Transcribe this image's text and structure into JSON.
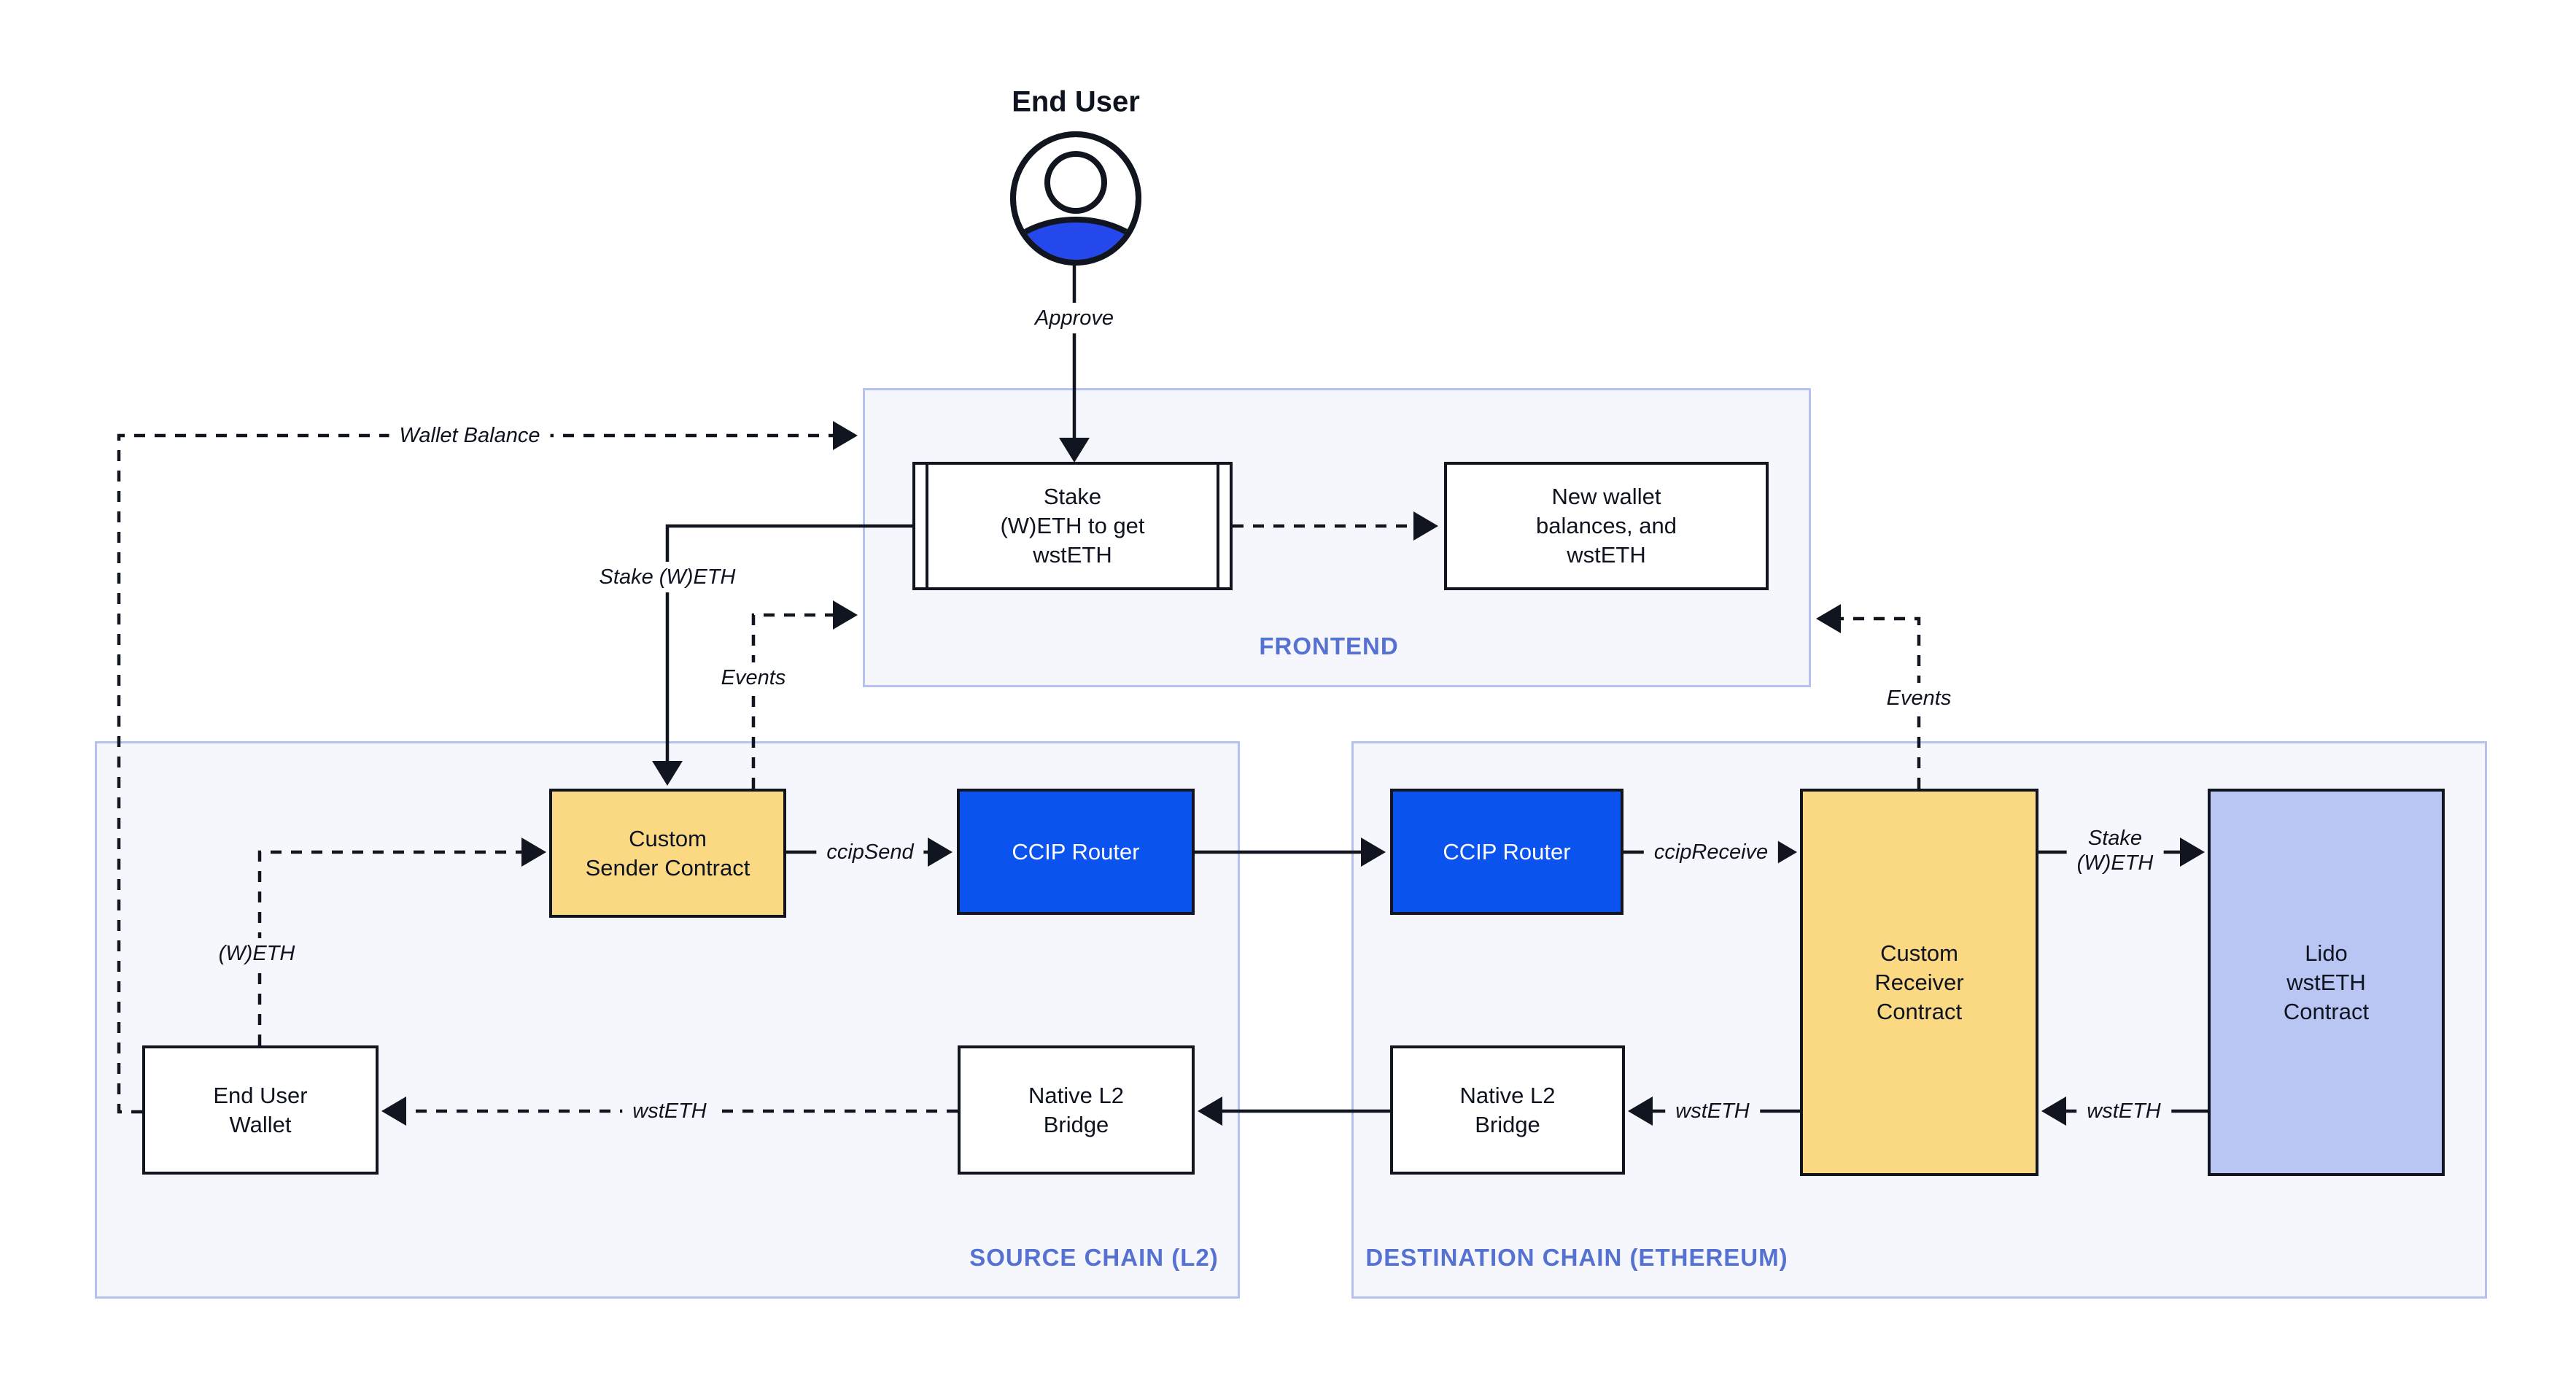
{
  "end_user": {
    "label": "End User"
  },
  "frontend": {
    "label": "FRONTEND",
    "stake_box": {
      "lines": [
        "Stake",
        "(W)ETH to get",
        "wstETH"
      ]
    },
    "new_wallet_box": {
      "lines": [
        "New wallet",
        "balances, and",
        "wstETH"
      ]
    }
  },
  "source_chain": {
    "label": "SOURCE CHAIN (L2)",
    "custom_sender": {
      "lines": [
        "Custom",
        "Sender Contract"
      ]
    },
    "ccip_router": {
      "label": "CCIP Router"
    },
    "end_user_wallet": {
      "lines": [
        "End User",
        "Wallet"
      ]
    },
    "native_l2_bridge": {
      "lines": [
        "Native L2",
        "Bridge"
      ]
    }
  },
  "destination_chain": {
    "label": "DESTINATION CHAIN (ETHEREUM)",
    "ccip_router": {
      "label": "CCIP Router"
    },
    "custom_receiver": {
      "lines": [
        "Custom",
        "Receiver",
        "Contract"
      ]
    },
    "lido_contract": {
      "lines": [
        "Lido",
        "wstETH",
        "Contract"
      ]
    },
    "native_l2_bridge": {
      "lines": [
        "Native L2",
        "Bridge"
      ]
    }
  },
  "connector_labels": {
    "approve": "Approve",
    "wallet_balance": "Wallet Balance",
    "stake_weth": "Stake (W)ETH",
    "events_left": "Events",
    "events_right": "Events",
    "ccip_send": "ccipSend",
    "ccip_receive": "ccipReceive",
    "stake_weth_right": {
      "lines": [
        "Stake",
        "(W)ETH"
      ]
    },
    "wsteth_lido_to_receiver": "wstETH",
    "wsteth_receiver_to_bridge": "wstETH",
    "wsteth_bridge_to_wallet": "wstETH",
    "weth": "(W)ETH"
  },
  "colors": {
    "line_dark": "#10151f",
    "router_blue": "#0b53ef",
    "contract_yellow": "#fbd983",
    "lido_periwinkle": "#b9c6f3",
    "panel_background": "#f5f7fc",
    "panel_border": "#b5c2ef",
    "panel_label_blue": "#5571d1",
    "avatar_blue": "#2548ec"
  }
}
